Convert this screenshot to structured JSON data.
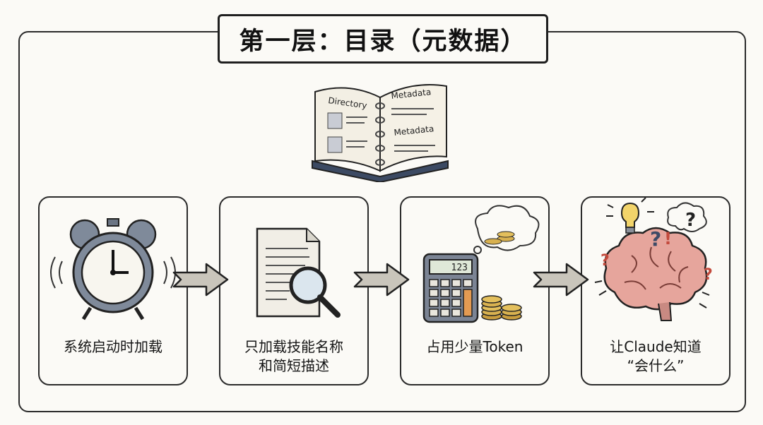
{
  "title": "第一层：目录（元数据）",
  "book": {
    "left_page_label": "Directory",
    "right_page_label_top": "Metadata",
    "right_page_label_bottom": "Metadata"
  },
  "steps": [
    {
      "label": "系统启动时加载",
      "icon": "alarm-clock-icon"
    },
    {
      "label": "只加载技能名称\n和简短描述",
      "icon": "document-magnifier-icon"
    },
    {
      "label": "占用少量Token",
      "icon": "calculator-coins-icon",
      "calculator_display": "123"
    },
    {
      "label": "让Claude知道\n“会什么”",
      "icon": "brain-idea-icon"
    }
  ]
}
